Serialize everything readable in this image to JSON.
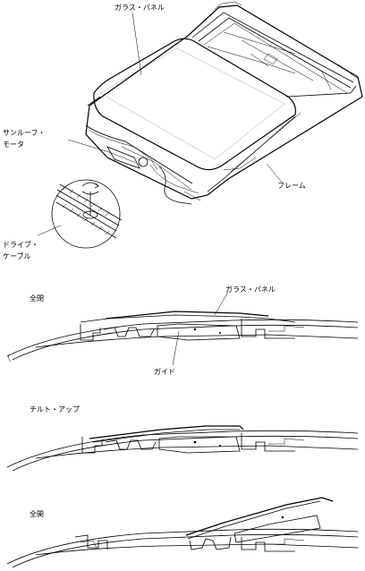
{
  "top_view": {
    "labels": {
      "glass_panel": "ガラス・パネル",
      "motor_line1": "サンルーフ・",
      "motor_line2": "モータ",
      "frame": "フレーム",
      "cable_line1": "ドライブ・",
      "cable_line2": "ケーブル"
    }
  },
  "sections": [
    {
      "title": "全閉",
      "labels": {
        "glass_panel": "ガラス・パネル",
        "guide": "ガイド"
      }
    },
    {
      "title": "チルト・アップ"
    },
    {
      "title": "全開"
    }
  ]
}
